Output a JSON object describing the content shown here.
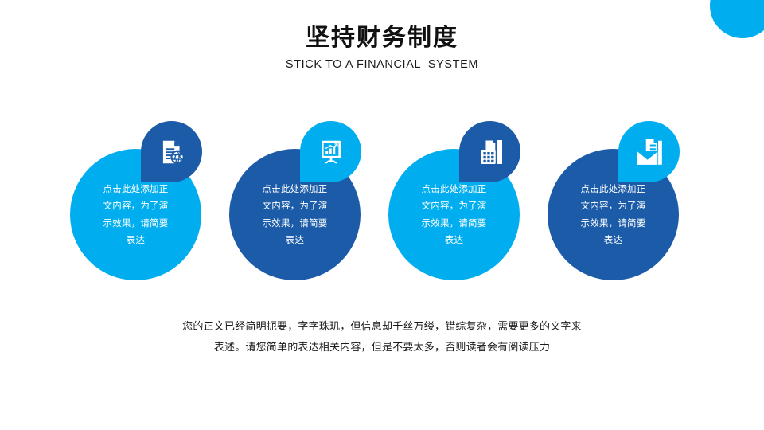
{
  "slide": {
    "background_color": "#FFFFFF",
    "accent_light": "#00AEEF",
    "accent_dark": "#1B5BA8"
  },
  "decoration": {
    "corner_blob_name": "corner-circle-decoration",
    "corner_blob_color": "#00AEEF"
  },
  "header": {
    "title_cn": "坚持财务制度",
    "title_en": "STICK TO A FINANCIAL  SYSTEM"
  },
  "items": [
    {
      "id": "item-1",
      "circle_color": "#00AEEF",
      "badge_color": "#1B5BA8",
      "icon_name": "document-globe-icon",
      "text": "点击此处添加正\n文内容，为了演\n示效果，请简要\n表达"
    },
    {
      "id": "item-2",
      "circle_color": "#1B5BA8",
      "badge_color": "#00AEEF",
      "icon_name": "presentation-chart-icon",
      "text": "点击此处添加正\n文内容，为了演\n示效果，请简要\n表达"
    },
    {
      "id": "item-3",
      "circle_color": "#00AEEF",
      "badge_color": "#1B5BA8",
      "icon_name": "calculator-receipt-icon",
      "text": "点击此处添加正\n文内容，为了演\n示效果，请简要\n表达"
    },
    {
      "id": "item-4",
      "circle_color": "#1B5BA8",
      "badge_color": "#00AEEF",
      "icon_name": "envelope-document-icon",
      "text": "点击此处添加正\n文内容，为了演\n示效果，请简要\n表达"
    }
  ],
  "footer": {
    "line_1": "您的正文已经简明扼要，字字珠玑，但信息却千丝万缕，错综复杂，需要更多的文字来",
    "line_2": "表述。请您简单的表达相关内容，但是不要太多，否则读者会有阅读压力"
  }
}
